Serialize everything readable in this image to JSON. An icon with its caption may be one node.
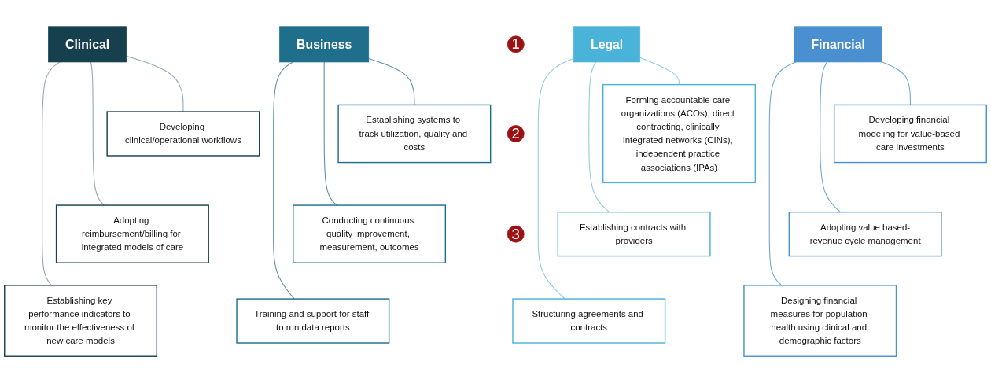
{
  "diagram": {
    "nodes": [
      {
        "text": [
          "Clinical"
        ]
      },
      {
        "text": [
          "Business"
        ]
      },
      {
        "text": [
          "Legal"
        ]
      },
      {
        "text": [
          "Financial"
        ]
      },
      {
        "text": [
          "1"
        ]
      },
      {
        "text": [
          "Developing clinical/operational workflows"
        ]
      },
      {
        "text": [
          "Establishing systems to track utilization, quality and costs"
        ]
      },
      {
        "text": [
          "Forming accountable care organizations (ACOs), direct contracting, clinically integrated networks (CINs), independent practice associations (IPAs)"
        ]
      },
      {
        "text": [
          "Developing financial modeling for value-based care investments"
        ]
      },
      {
        "text": [
          "2"
        ]
      },
      {
        "text": [
          "Adopting reimbursement/billing for integrated models of care"
        ]
      },
      {
        "text": [
          "Conducting continuous quality improvement, measurement, outcomes"
        ]
      },
      {
        "text": [
          "Establishing contracts with providers"
        ]
      },
      {
        "text": [
          "Adopting value based-revenue cycle management"
        ]
      },
      {
        "text": [
          "3"
        ]
      },
      {
        "text": [
          "Establishing key performance indicators to monitor the effectiveness of new care models"
        ]
      },
      {
        "text": [
          "Training and support for staff to run data reports"
        ]
      },
      {
        "text": [
          "Structuring agreements and contracts"
        ]
      },
      {
        "text": [
          "Designing financial measures for population health using clinical and demographic factors"
        ]
      }
    ],
    "edges": [
      {
        "from": 0,
        "to": 5,
        "arrow": "none",
        "color": "#8fa9b3"
      },
      {
        "from": 0,
        "to": 10,
        "arrow": "none",
        "color": "#8fa9b3"
      },
      {
        "from": 0,
        "to": 15,
        "arrow": "none",
        "color": "#8fa9b3"
      },
      {
        "from": 1,
        "to": 6,
        "arrow": "none",
        "color": "#5b8fa3"
      },
      {
        "from": 1,
        "to": 11,
        "arrow": "none",
        "color": "#5b8fa3"
      },
      {
        "from": 1,
        "to": 16,
        "arrow": "none",
        "color": "#5b8fa3"
      },
      {
        "from": 2,
        "to": 7,
        "arrow": "none",
        "color": "#8fcbe6"
      },
      {
        "from": 2,
        "to": 12,
        "arrow": "none",
        "color": "#8fcbe6"
      },
      {
        "from": 2,
        "to": 17,
        "arrow": "none",
        "color": "#8fcbe6"
      },
      {
        "from": 3,
        "to": 8,
        "arrow": "none",
        "color": "#6fa6d8"
      },
      {
        "from": 3,
        "to": 13,
        "arrow": "none",
        "color": "#6fa6d8"
      },
      {
        "from": 3,
        "to": 18,
        "arrow": "none",
        "color": "#6fa6d8"
      }
    ]
  }
}
